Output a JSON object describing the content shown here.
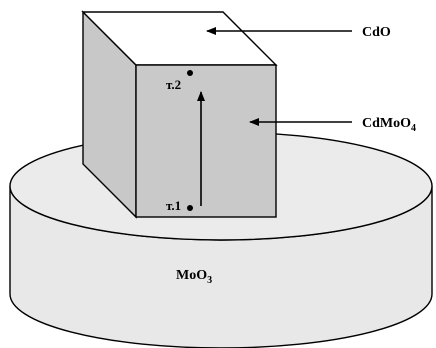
{
  "diagram": {
    "labels": {
      "top_face": "CdO",
      "side_face": {
        "main": "CdMoO",
        "subscript": "4"
      },
      "base": {
        "main": "MoO",
        "subscript": "3"
      },
      "point_top": "т.2",
      "point_bottom": "т.1"
    },
    "colors": {
      "outline": "#000000",
      "cube_top": "#ffffff",
      "cube_left": "#c8c8c8",
      "cube_front": "#c9c9c9",
      "disk_top": "#ebebeb",
      "disk_side": "#e8e8e8",
      "background": "#ffffff"
    }
  }
}
